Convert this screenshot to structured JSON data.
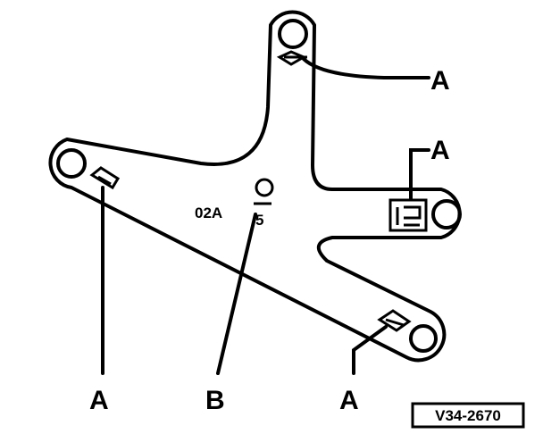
{
  "diagram": {
    "callouts": {
      "a_top": "A",
      "a_right": "A",
      "a_left_bottom": "A",
      "a_bottom_right": "A",
      "b": "B"
    },
    "part_code": "02A",
    "mark_digit": "5",
    "reference": "V34-2670"
  }
}
